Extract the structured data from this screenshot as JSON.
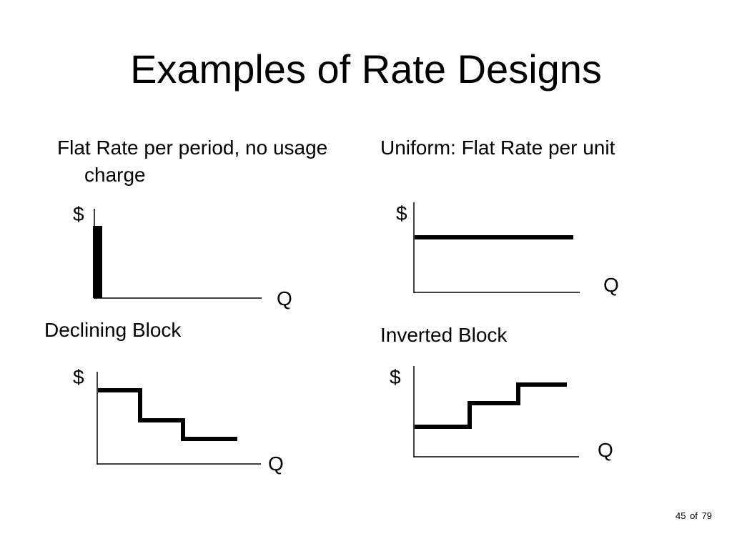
{
  "slide": {
    "title": "Examples of Rate Designs"
  },
  "panels": {
    "flat_rate": {
      "title": "Flat Rate per period, no usage charge",
      "y_label": "$",
      "x_label": "Q"
    },
    "uniform": {
      "title": "Uniform: Flat Rate per unit",
      "y_label": "$",
      "x_label": "Q"
    },
    "declining_block": {
      "title": "Declining Block",
      "y_label": "$",
      "x_label": "Q"
    },
    "inverted_block": {
      "title": "Inverted Block",
      "y_label": "$",
      "x_label": "Q"
    }
  },
  "footer": {
    "page_number": "45",
    "of_label": "of",
    "total_pages": "79"
  }
}
